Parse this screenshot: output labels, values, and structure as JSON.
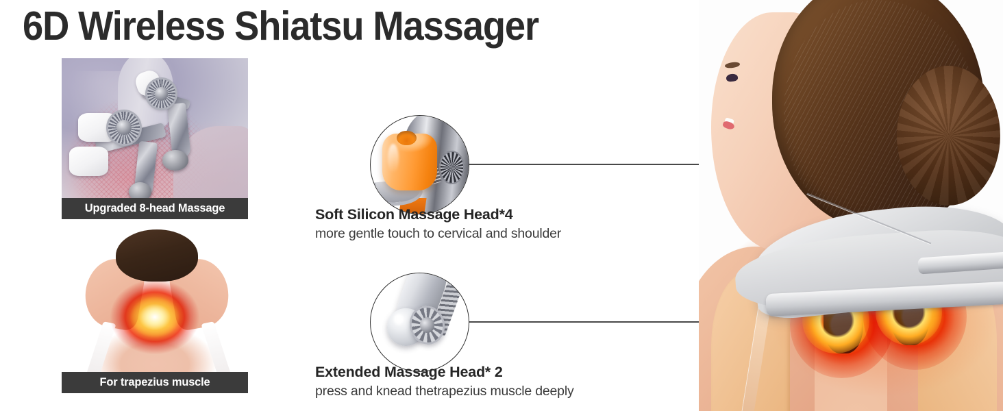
{
  "page": {
    "title": "6D Wireless Shiatsu Massager",
    "background_color": "#ffffff",
    "title_color": "#2b2b2b"
  },
  "left_cards": [
    {
      "id": "upgraded-massage",
      "caption": "Upgraded 8-head Massage",
      "caption_bg": "#3b3b3b",
      "caption_color": "#ffffff",
      "image_alt": "3D render of eight-head massage mechanism over wireframe neck and shoulders"
    },
    {
      "id": "trapezius",
      "caption": "For trapezius muscle",
      "caption_bg": "#3b3b3b",
      "caption_color": "#ffffff",
      "image_alt": "Woman seen from behind holding her neck with red heat glow over trapezius"
    }
  ],
  "callouts": [
    {
      "id": "soft-silicon",
      "title": "Soft Silicon Massage Head*4",
      "subtitle": "more gentle touch to cervical and shoulder",
      "circle_alt": "Close-up of orange soft silicon massage head on chrome mechanism",
      "accent_color": "#ff9a33"
    },
    {
      "id": "extended",
      "title": "Extended Massage Head* 2",
      "subtitle": "press and knead thetrapezius muscle deeply",
      "circle_alt": "Close-up of gray extended massage head with spoked wheel",
      "accent_color": "#cfd2d8"
    }
  ],
  "leader_lines": {
    "stroke_color": "#2e2e2e",
    "stroke_width": 1.8,
    "endpoint_fill": "#ffffff"
  },
  "hero": {
    "image_alt": "Smiling woman in profile wearing the gray shiatsu massager on her neck and shoulders",
    "heat_colors": [
      "#ffd23f",
      "#ff9c1a",
      "#f8480f"
    ],
    "device_color": "#dcdee1"
  }
}
